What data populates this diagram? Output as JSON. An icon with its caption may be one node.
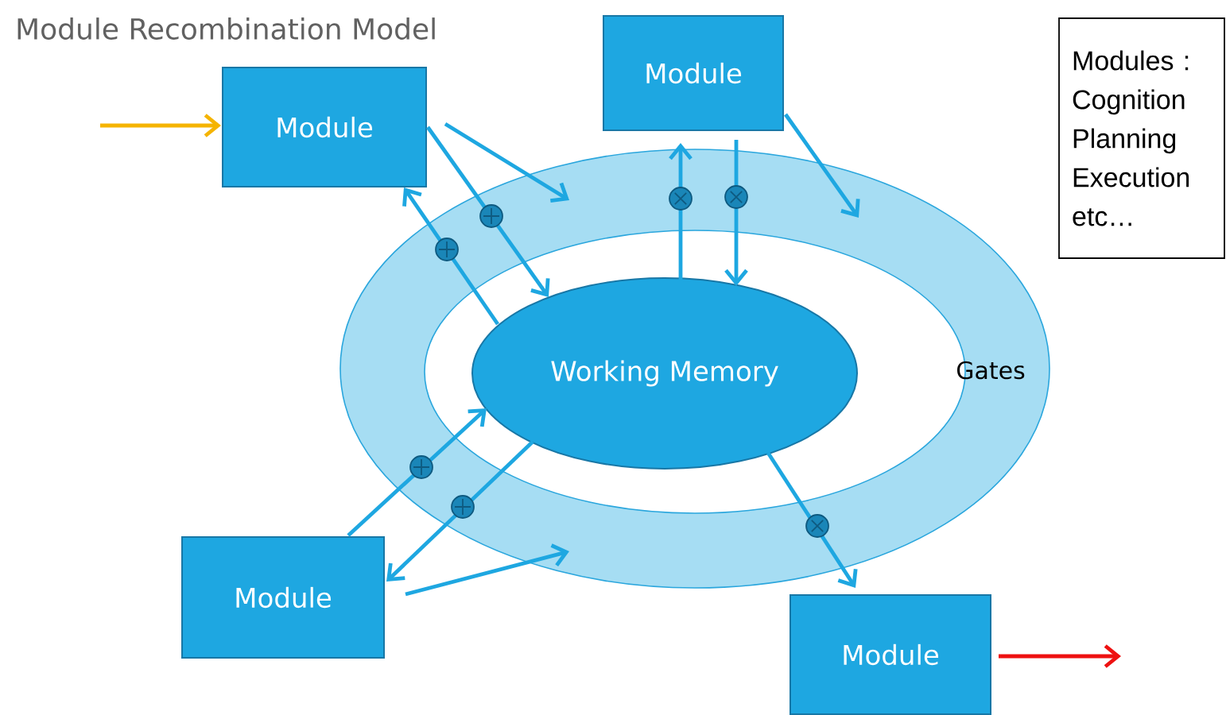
{
  "diagram": {
    "title": "Module Recombination Model",
    "nodes": [
      {
        "text": [
          "Module"
        ]
      },
      {
        "text": [
          "Module"
        ]
      },
      {
        "text": [
          "Gates"
        ]
      },
      {
        "text": [
          "Working Memory"
        ],
        "in": 2
      },
      {
        "text": [
          "Module"
        ]
      },
      {
        "text": [
          "Module"
        ]
      },
      {
        "text": [
          "Modules : Cognition Planning Execution etc…"
        ]
      }
    ],
    "edges": [
      {
        "from": null,
        "to": 0,
        "arrow": "to",
        "color": "#f5b400"
      },
      {
        "from": 0,
        "to": 2,
        "arrow": "to"
      },
      {
        "from": 1,
        "to": 2,
        "arrow": "to"
      },
      {
        "from": 4,
        "to": 2,
        "arrow": "to"
      },
      {
        "from": 3,
        "to": 0,
        "arrow": "to"
      },
      {
        "from": 0,
        "to": 3,
        "arrow": "to"
      },
      {
        "from": 3,
        "to": 1,
        "arrow": "to"
      },
      {
        "from": 1,
        "to": 3,
        "arrow": "to"
      },
      {
        "from": 4,
        "to": 3,
        "arrow": "to"
      },
      {
        "from": 3,
        "to": 4,
        "arrow": "to"
      },
      {
        "from": 3,
        "to": 5,
        "arrow": "to"
      },
      {
        "from": 5,
        "to": null,
        "arrow": "to",
        "color": "#ee1111"
      }
    ]
  }
}
